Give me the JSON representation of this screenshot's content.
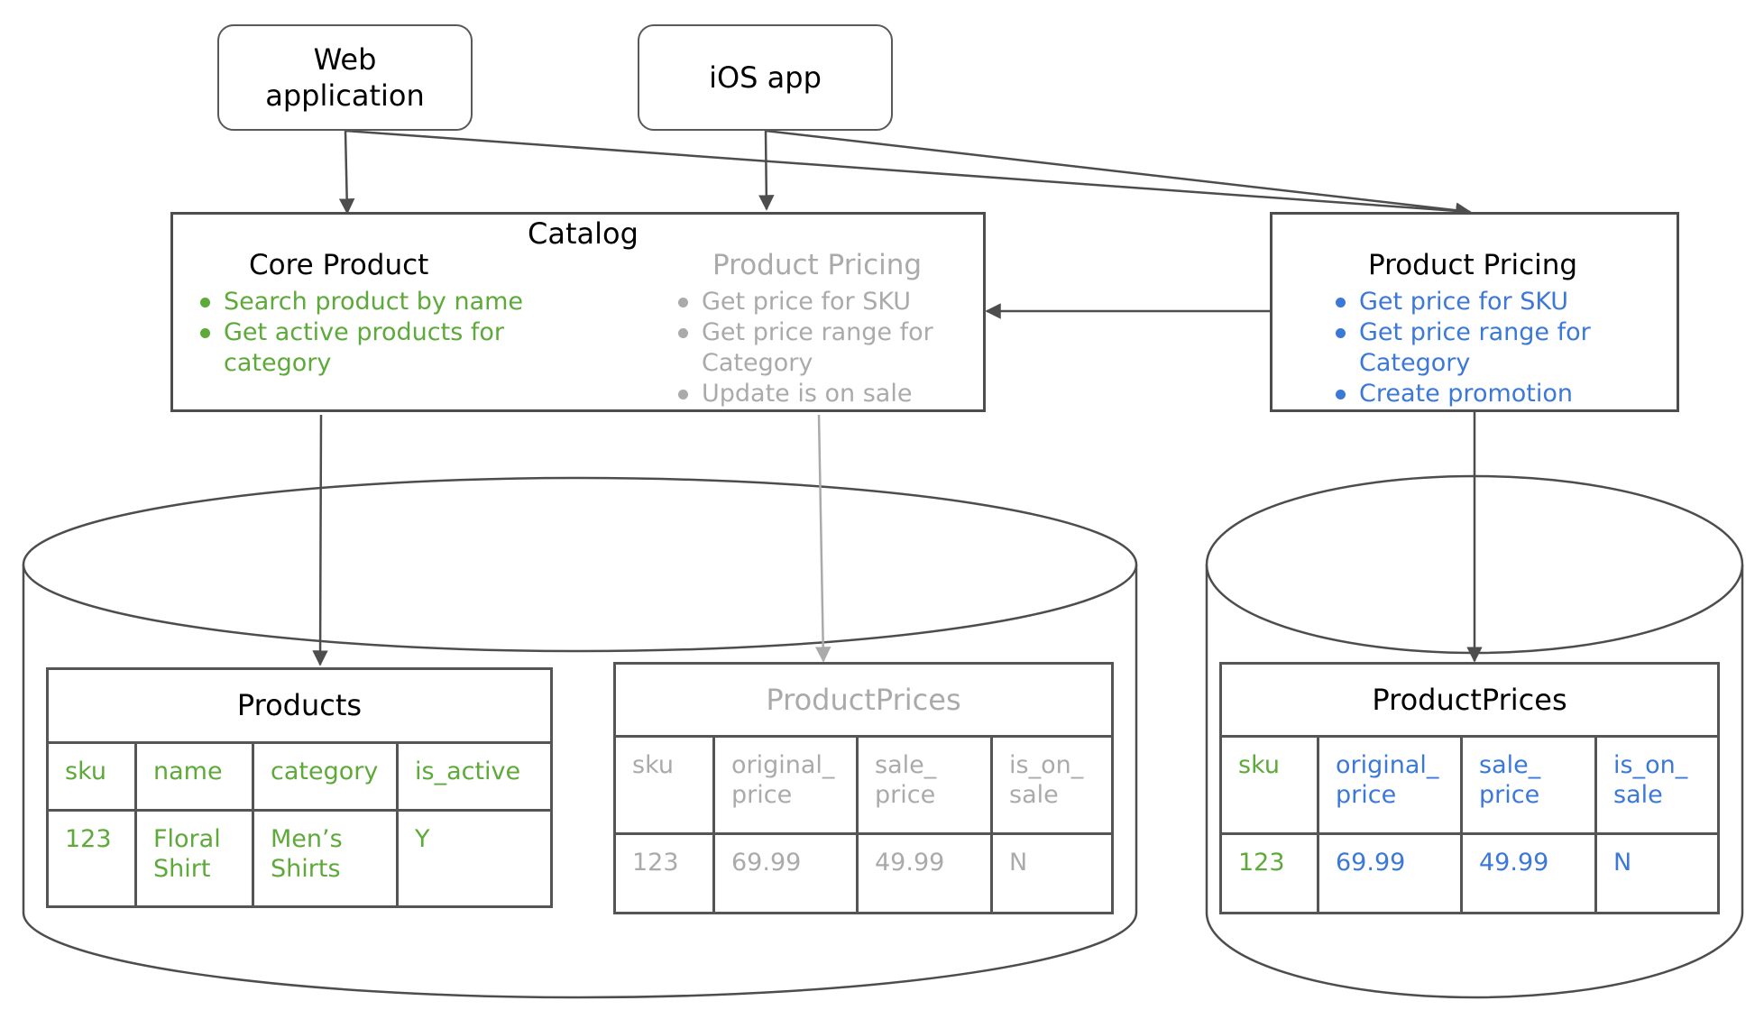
{
  "clients": {
    "web": "Web\napplication",
    "ios": "iOS app"
  },
  "catalog": {
    "title": "Catalog",
    "core_product": {
      "heading": "Core Product",
      "items": [
        "Search product by name",
        "Get active products for\ncategory"
      ]
    },
    "legacy_pricing": {
      "heading": "Product Pricing",
      "items": [
        "Get price for SKU",
        "Get price range for\nCategory",
        "Update is on sale"
      ]
    }
  },
  "pricing_service": {
    "heading": "Product Pricing",
    "items": [
      "Get price for SKU",
      "Get price range for\nCategory",
      "Create promotion"
    ]
  },
  "tables": {
    "products": {
      "name": "Products",
      "columns": [
        "sku",
        "name",
        "category",
        "is_active"
      ],
      "rows": [
        [
          "123",
          "Floral\nShirt",
          "Men’s\nShirts",
          "Y"
        ]
      ]
    },
    "catalog_prices": {
      "name": "ProductPrices",
      "columns": [
        "sku",
        "original_\nprice",
        "sale_\nprice",
        "is_on_\nsale"
      ],
      "rows": [
        [
          "123",
          "69.99",
          "49.99",
          "N"
        ]
      ]
    },
    "service_prices": {
      "name": "ProductPrices",
      "columns": [
        "sku",
        "original_\nprice",
        "sale_\nprice",
        "is_on_\nsale"
      ],
      "rows": [
        [
          "123",
          "69.99",
          "49.99",
          "N"
        ]
      ]
    }
  },
  "colors": {
    "core": "#5da93a",
    "legacy": "#aaaaaa",
    "new_service": "#3c78d8",
    "line": "#4d4d4d"
  }
}
